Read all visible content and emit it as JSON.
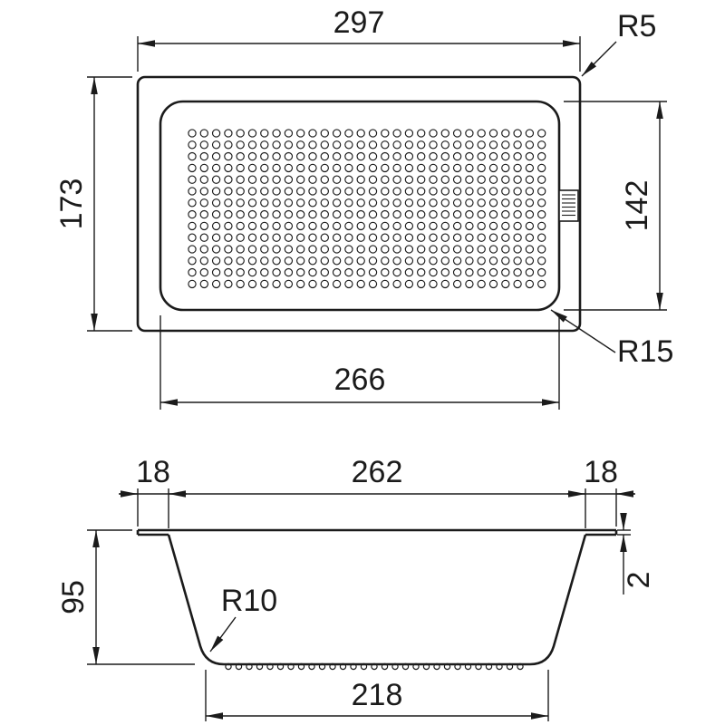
{
  "colors": {
    "line": "#1b1b1b",
    "background": "#ffffff"
  },
  "top_view": {
    "width_label": "297",
    "outer_radius_label": "R5",
    "height_label": "173",
    "inner_height_label": "142",
    "inner_width_label": "266",
    "inner_radius_label": "R15"
  },
  "section_view": {
    "left_flange_label": "18",
    "inner_width_label": "262",
    "right_flange_label": "18",
    "height_label": "95",
    "rim_thickness_label": "2",
    "bottom_radius_label": "R10",
    "bottom_width_label": "218"
  }
}
